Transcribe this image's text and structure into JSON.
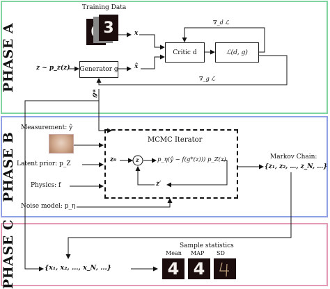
{
  "phases": {
    "a": "PHASE A",
    "b": "PHASE B",
    "c": "PHASE C"
  },
  "phase_a": {
    "training_data": "Training Data",
    "x": "x",
    "z_prior": "z ~ p_z(z)",
    "generator": "Generator g",
    "x_hat": "x̂",
    "critic": "Critic d",
    "loss": "ℒ(d, g)",
    "grad_d": "∇_d ℒ",
    "grad_g": "∇_g ℒ",
    "g_star": "g*"
  },
  "phase_b": {
    "measurement": "Measurement: ŷ",
    "latent_prior": "Latent prior: p_Z",
    "physics": "Physics: f",
    "noise_model": "Noise model: p_η",
    "mcmc_title": "MCMC Iterator",
    "z0": "z₀",
    "z_node": "z",
    "likelihood": "p_η(ŷ − f(g*(z))) p_Z(z)",
    "z_prime": "z′",
    "markov_chain": "Markov Chain:",
    "chain": "{z₁, z₂, …, z_N, …}"
  },
  "phase_c": {
    "samples": "{x₁, x₂, …, x_N, …}",
    "stats_title": "Sample statistics",
    "mean": "Mean",
    "map": "MAP",
    "sd": "SD",
    "digit": "4"
  },
  "colors": {
    "phase_a": "#7fd4a0",
    "phase_b": "#8fa0e6",
    "phase_c": "#e49ab4"
  }
}
